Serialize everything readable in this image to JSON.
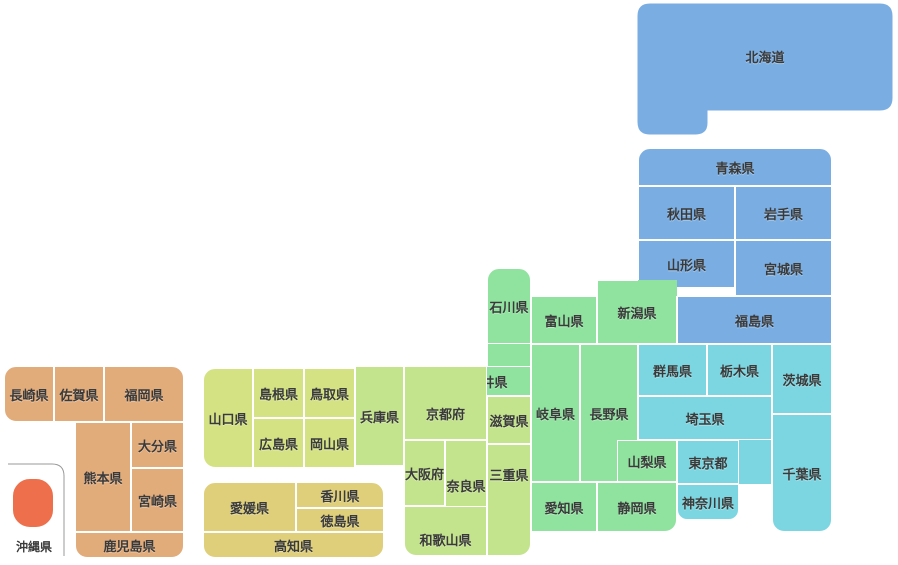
{
  "colors": {
    "hokkaido": "#7aaee3",
    "tohoku": "#7aaee3",
    "kanto": "#7cd6e1",
    "chubu": "#8fe39f",
    "kinki": "#c3e38c",
    "chugoku": "#d4e283",
    "shikoku": "#dfcf7a",
    "kyushu": "#e2ab7a",
    "okinawa": "#ee6f4b"
  },
  "prefectures": {
    "hokkaido": "北海道",
    "aomori": "青森県",
    "akita": "秋田県",
    "iwate": "岩手県",
    "yamagata": "山形県",
    "miyagi": "宮城県",
    "fukushima": "福島県",
    "ishikawa": "石川県",
    "toyama": "富山県",
    "niigata": "新潟県",
    "fukui": "福井県",
    "gifu": "岐阜県",
    "nagano": "長野県",
    "yamanashi": "山梨県",
    "aichi": "愛知県",
    "shizuoka": "静岡県",
    "gunma": "群馬県",
    "tochigi": "栃木県",
    "ibaraki": "茨城県",
    "saitama": "埼玉県",
    "tokyo": "東京都",
    "kanagawa": "神奈川県",
    "chiba": "千葉県",
    "kyoto": "京都府",
    "shiga": "滋賀県",
    "hyogo": "兵庫県",
    "osaka": "大阪府",
    "nara": "奈良県",
    "mie": "三重県",
    "wakayama": "和歌山県",
    "yamaguchi": "山口県",
    "shimane": "島根県",
    "tottori": "鳥取県",
    "hiroshima": "広島県",
    "okayama": "岡山県",
    "ehime": "愛媛県",
    "kagawa": "香川県",
    "tokushima": "徳島県",
    "kochi": "高知県",
    "nagasaki": "長崎県",
    "saga": "佐賀県",
    "fukuoka": "福岡県",
    "kumamoto": "熊本県",
    "oita": "大分県",
    "miyazaki": "宮崎県",
    "kagoshima": "鹿児島県",
    "okinawa": "沖縄県"
  }
}
